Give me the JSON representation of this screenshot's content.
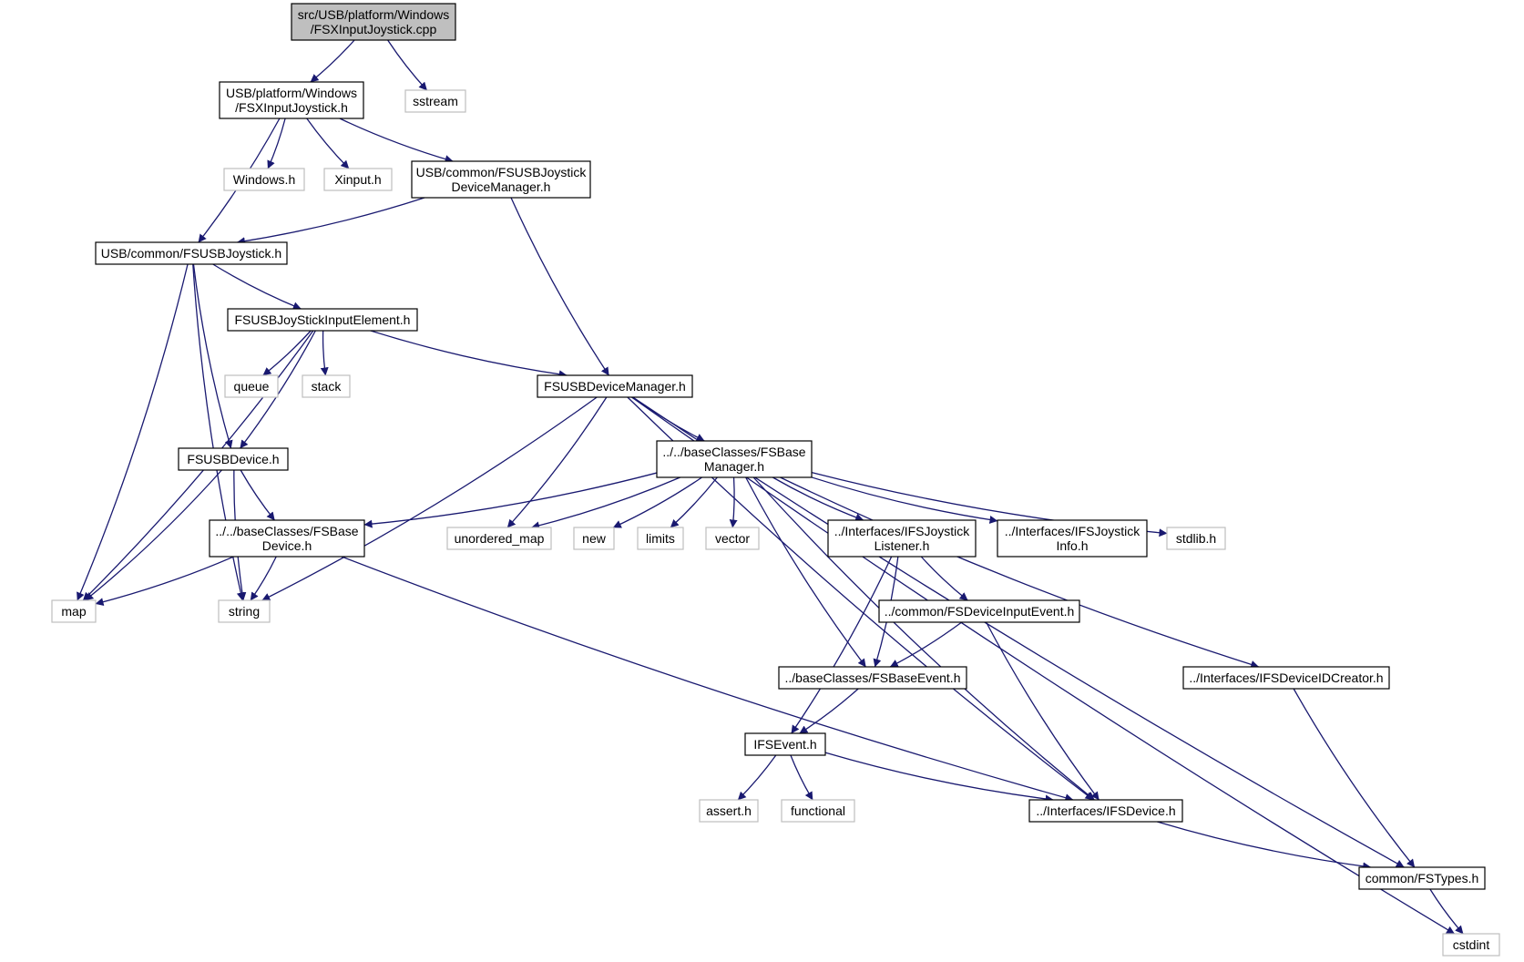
{
  "colors": {
    "edge": "#191970",
    "node_border": "#000000",
    "node_border_external": "#bfbfbf",
    "root_fill": "#bfbfbf",
    "node_fill": "#ffffff"
  },
  "nodes": [
    {
      "id": "root",
      "lines": [
        "src/USB/platform/Windows",
        "/FSXInputJoystick.cpp"
      ],
      "kind": "root"
    },
    {
      "id": "fsxh",
      "lines": [
        "USB/platform/Windows",
        "/FSXInputJoystick.h"
      ],
      "kind": "file"
    },
    {
      "id": "sstream",
      "lines": [
        "sstream"
      ],
      "kind": "external"
    },
    {
      "id": "windowsh",
      "lines": [
        "Windows.h"
      ],
      "kind": "external"
    },
    {
      "id": "xinputh",
      "lines": [
        "Xinput.h"
      ],
      "kind": "external"
    },
    {
      "id": "jdm",
      "lines": [
        "USB/common/FSUSBJoystick",
        "DeviceManager.h"
      ],
      "kind": "file"
    },
    {
      "id": "joy",
      "lines": [
        "USB/common/FSUSBJoystick.h"
      ],
      "kind": "file"
    },
    {
      "id": "jie",
      "lines": [
        "FSUSBJoyStickInputElement.h"
      ],
      "kind": "file"
    },
    {
      "id": "queue",
      "lines": [
        "queue"
      ],
      "kind": "external"
    },
    {
      "id": "stack",
      "lines": [
        "stack"
      ],
      "kind": "external"
    },
    {
      "id": "udm",
      "lines": [
        "FSUSBDeviceManager.h"
      ],
      "kind": "file"
    },
    {
      "id": "usbdev",
      "lines": [
        "FSUSBDevice.h"
      ],
      "kind": "file"
    },
    {
      "id": "bmgr",
      "lines": [
        "../../baseClasses/FSBase",
        "Manager.h"
      ],
      "kind": "file"
    },
    {
      "id": "bdev",
      "lines": [
        "../../baseClasses/FSBase",
        "Device.h"
      ],
      "kind": "file"
    },
    {
      "id": "umap",
      "lines": [
        "unordered_map"
      ],
      "kind": "external"
    },
    {
      "id": "new",
      "lines": [
        "new"
      ],
      "kind": "external"
    },
    {
      "id": "limits",
      "lines": [
        "limits"
      ],
      "kind": "external"
    },
    {
      "id": "vector",
      "lines": [
        "vector"
      ],
      "kind": "external"
    },
    {
      "id": "jl",
      "lines": [
        "../Interfaces/IFSJoystick",
        "Listener.h"
      ],
      "kind": "file"
    },
    {
      "id": "ji",
      "lines": [
        "../Interfaces/IFSJoystick",
        "Info.h"
      ],
      "kind": "file"
    },
    {
      "id": "stdlib",
      "lines": [
        "stdlib.h"
      ],
      "kind": "external"
    },
    {
      "id": "map",
      "lines": [
        "map"
      ],
      "kind": "external"
    },
    {
      "id": "string",
      "lines": [
        "string"
      ],
      "kind": "external"
    },
    {
      "id": "die",
      "lines": [
        "../common/FSDeviceInputEvent.h"
      ],
      "kind": "file"
    },
    {
      "id": "bevt",
      "lines": [
        "../baseClasses/FSBaseEvent.h"
      ],
      "kind": "file"
    },
    {
      "id": "didc",
      "lines": [
        "../Interfaces/IFSDeviceIDCreator.h"
      ],
      "kind": "file"
    },
    {
      "id": "ievt",
      "lines": [
        "IFSEvent.h"
      ],
      "kind": "file"
    },
    {
      "id": "assert",
      "lines": [
        "assert.h"
      ],
      "kind": "external"
    },
    {
      "id": "functional",
      "lines": [
        "functional"
      ],
      "kind": "external"
    },
    {
      "id": "idev",
      "lines": [
        "../Interfaces/IFSDevice.h"
      ],
      "kind": "file"
    },
    {
      "id": "types",
      "lines": [
        "common/FSTypes.h"
      ],
      "kind": "file"
    },
    {
      "id": "cstdint",
      "lines": [
        "cstdint"
      ],
      "kind": "external"
    }
  ],
  "edges": [
    [
      "root",
      "fsxh"
    ],
    [
      "root",
      "sstream"
    ],
    [
      "fsxh",
      "joy"
    ],
    [
      "fsxh",
      "windowsh"
    ],
    [
      "fsxh",
      "xinputh"
    ],
    [
      "fsxh",
      "jdm"
    ],
    [
      "jdm",
      "joy"
    ],
    [
      "jdm",
      "udm"
    ],
    [
      "joy",
      "map"
    ],
    [
      "joy",
      "string"
    ],
    [
      "joy",
      "usbdev"
    ],
    [
      "joy",
      "jie"
    ],
    [
      "jie",
      "map"
    ],
    [
      "jie",
      "queue"
    ],
    [
      "jie",
      "stack"
    ],
    [
      "jie",
      "usbdev"
    ],
    [
      "jie",
      "udm"
    ],
    [
      "udm",
      "string"
    ],
    [
      "udm",
      "umap"
    ],
    [
      "udm",
      "bmgr"
    ],
    [
      "udm",
      "idev"
    ],
    [
      "udm",
      "types"
    ],
    [
      "udm",
      "cstdint"
    ],
    [
      "usbdev",
      "map"
    ],
    [
      "usbdev",
      "string"
    ],
    [
      "usbdev",
      "bdev"
    ],
    [
      "bmgr",
      "bdev"
    ],
    [
      "bmgr",
      "umap"
    ],
    [
      "bmgr",
      "new"
    ],
    [
      "bmgr",
      "limits"
    ],
    [
      "bmgr",
      "vector"
    ],
    [
      "bmgr",
      "bevt"
    ],
    [
      "bmgr",
      "jl"
    ],
    [
      "bmgr",
      "ji"
    ],
    [
      "bmgr",
      "stdlib"
    ],
    [
      "bmgr",
      "idev"
    ],
    [
      "bmgr",
      "didc"
    ],
    [
      "bdev",
      "map"
    ],
    [
      "bdev",
      "string"
    ],
    [
      "bdev",
      "idev"
    ],
    [
      "jl",
      "bevt"
    ],
    [
      "jl",
      "die"
    ],
    [
      "jl",
      "ievt"
    ],
    [
      "die",
      "bevt"
    ],
    [
      "die",
      "idev"
    ],
    [
      "bevt",
      "ievt"
    ],
    [
      "didc",
      "types"
    ],
    [
      "ievt",
      "assert"
    ],
    [
      "ievt",
      "functional"
    ],
    [
      "ievt",
      "idev"
    ],
    [
      "idev",
      "types"
    ],
    [
      "types",
      "cstdint"
    ]
  ]
}
